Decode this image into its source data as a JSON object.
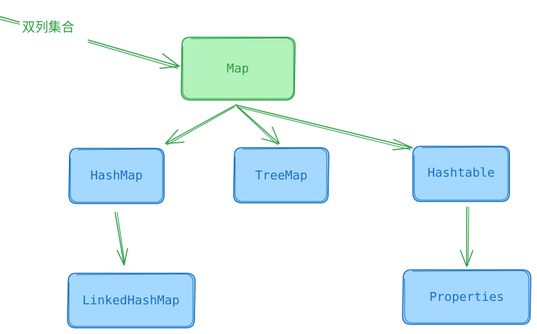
{
  "caption": {
    "text": "双列集合",
    "color": "#2f9e44"
  },
  "colors": {
    "root_fill": "#b2f2bb",
    "root_stroke": "#2f9e44",
    "root_text": "#2f9e44",
    "child_fill": "#a5d8ff",
    "child_stroke": "#1971c2",
    "child_text": "#1971c2",
    "edge_stroke": "#2f9e44"
  },
  "nodes": {
    "map": {
      "label": "Map"
    },
    "hashmap": {
      "label": "HashMap"
    },
    "treemap": {
      "label": "TreeMap"
    },
    "hashtable": {
      "label": "Hashtable"
    },
    "linkedhashmap": {
      "label": "LinkedHashMap"
    },
    "properties": {
      "label": "Properties"
    }
  },
  "edges": [
    {
      "from": "caption",
      "to": "map"
    },
    {
      "from": "map",
      "to": "hashmap"
    },
    {
      "from": "map",
      "to": "treemap"
    },
    {
      "from": "map",
      "to": "hashtable"
    },
    {
      "from": "hashmap",
      "to": "linkedhashmap"
    },
    {
      "from": "hashtable",
      "to": "properties"
    }
  ]
}
